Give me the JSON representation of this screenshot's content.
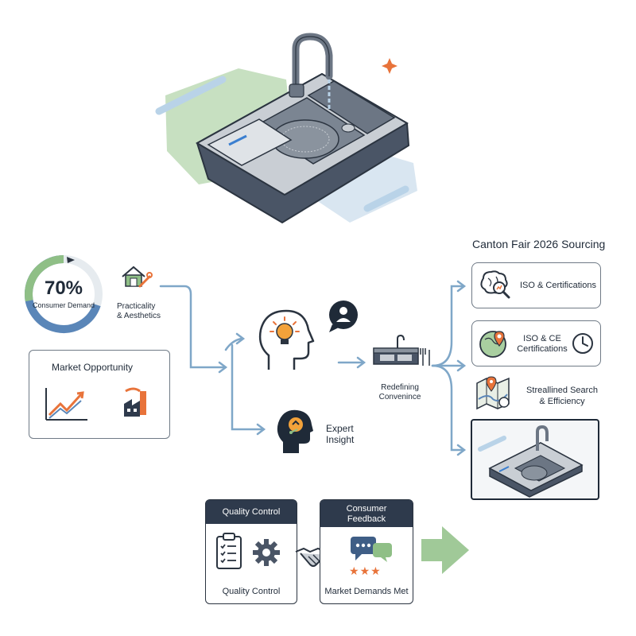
{
  "colors": {
    "navy": "#2e3a4c",
    "slate": "#4a5566",
    "orange": "#e8733a",
    "green": "#6fa86a",
    "light_green": "#a9cfa0",
    "light_blue": "#b9d3e8",
    "arrow_blue": "#7fa7c8"
  },
  "stat": {
    "value": "70%",
    "label": "Consumer Demand",
    "fraction": 0.7
  },
  "practicality": {
    "label": "Practicality\n& Aesthetics",
    "icon": "house-wrench-icon"
  },
  "market_opportunity": {
    "title": "Market Opportunity",
    "icons": [
      "growth-chart-icon",
      "factory-icon"
    ]
  },
  "center": {
    "head_icon": "head-lightbulb-icon",
    "person_icon": "user-bubble-icon",
    "expert_label": "Expert\nInsight",
    "redefining_label": "Redefining\nConvenince"
  },
  "sourcing": {
    "title": "Canton Fair 2026 Sourcing",
    "items": [
      {
        "label": "ISO & Certifications",
        "icon": "brain-magnifier-icon"
      },
      {
        "label": "ISO & CE\nCertifications",
        "icon": "map-pin-icon",
        "trailing_icon": "clock-icon"
      },
      {
        "label": "Streallined Search\n& Efficiency",
        "icon": "map-icon"
      }
    ]
  },
  "bottom": {
    "quality": {
      "header": "Quality Control",
      "footer": "Quality Control"
    },
    "feedback": {
      "header": "Consumer\nFeedback",
      "footer": "Market Demands Met"
    }
  }
}
